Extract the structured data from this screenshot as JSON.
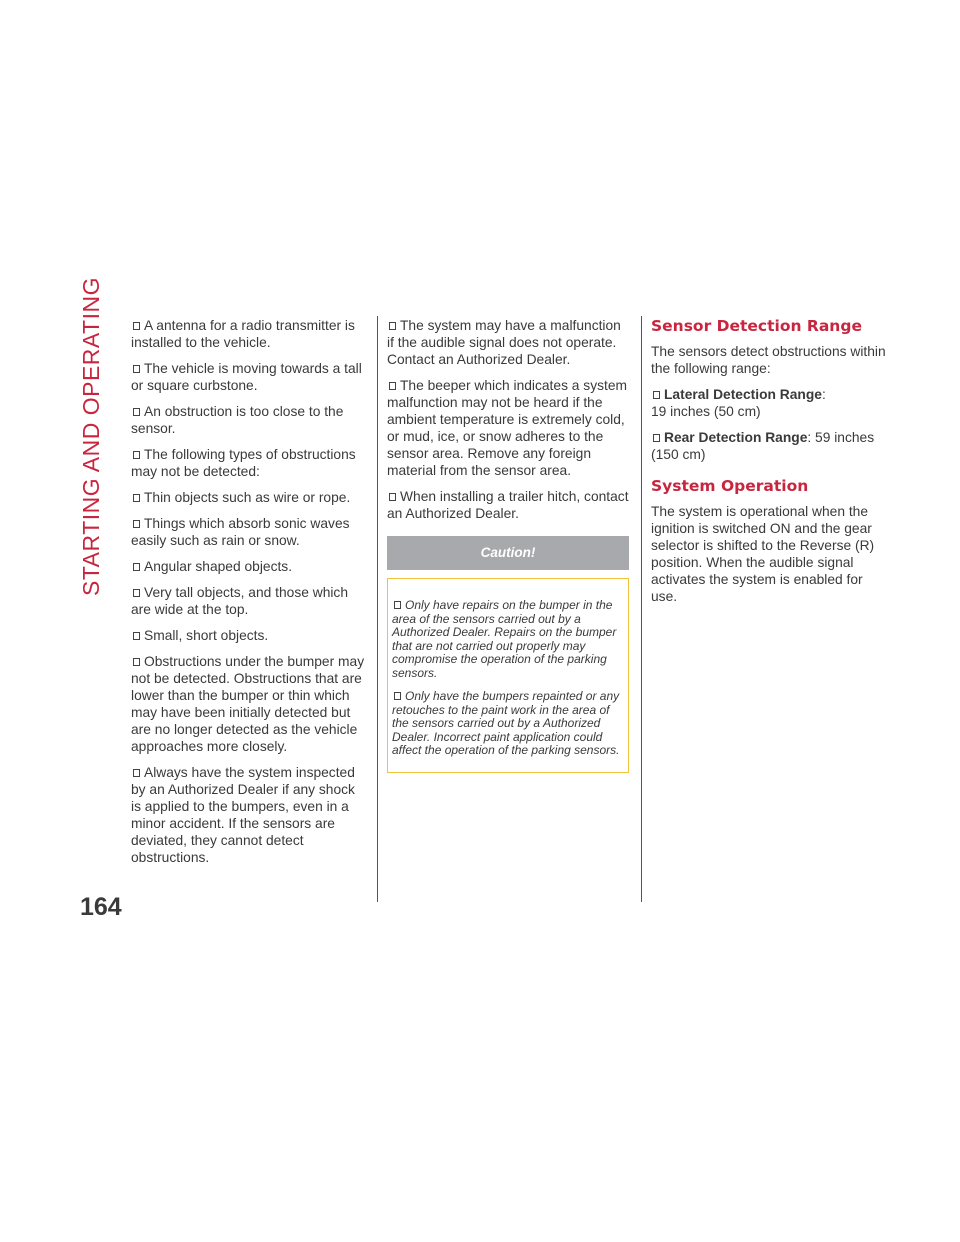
{
  "side_label": "STARTING AND OPERATING",
  "page_number": "164",
  "column1": {
    "items": [
      "A antenna for a radio transmitter is installed to the vehicle.",
      "The vehicle is moving towards a tall or square curbstone.",
      "An obstruction is too close to the sensor.",
      "The following types of obstructions may not be detected:",
      "Thin objects such as wire or rope.",
      "Things which absorb sonic waves easily such as rain or snow.",
      "Angular shaped objects.",
      "Very tall objects, and those which are wide at the top.",
      "Small, short objects.",
      "Obstructions under the bumper may not be detected. Obstructions that are lower than the bumper or thin which may have been initially detected but are no longer detected as the vehicle approaches more closely.",
      "Always have the system inspected by an Authorized Dealer if any shock is applied to the bumpers, even in a minor accident. If the sensors are deviated, they cannot detect obstructions."
    ]
  },
  "column2": {
    "items": [
      "The system may have a malfunction if the audible signal does not operate. Contact an Authorized Dealer.",
      "The beeper which indicates a system malfunction may not be heard if the ambient temperature is extremely cold, or mud, ice, or snow adheres to the sensor area. Remove any foreign material from the sensor area.",
      "When installing a trailer hitch, contact an Authorized Dealer."
    ],
    "caution": {
      "title": "Caution!",
      "items": [
        "Only have repairs on the bumper in the area of the sensors carried out by a Authorized Dealer. Repairs on the bumper that are not carried out properly may compromise the operation of the parking sensors.",
        "Only have the bumpers repainted or any retouches to the paint work in the area of the sensors carried out by a Authorized Dealer. Incorrect paint application could affect the operation of the parking sensors."
      ]
    }
  },
  "column3": {
    "heading1": "Sensor Detection Range",
    "intro": "The sensors detect obstructions within the following range:",
    "lateral_label": "Lateral Detection Range",
    "lateral_sep": ":",
    "lateral_value": "19 inches (50 cm)",
    "rear_label": "Rear Detection Range",
    "rear_value": ": 59 inches (150 cm)",
    "heading2": "System Operation",
    "operation_text": "The system is operational when the ignition is switched ON and the gear selector is shifted to the Reverse (R) position. When the audible signal activates the system is enabled for use."
  },
  "colors": {
    "accent": "#c8263f",
    "caution_header_bg": "#a7a9ac",
    "caution_border": "#f2c33a",
    "text": "#3a3a3a"
  }
}
